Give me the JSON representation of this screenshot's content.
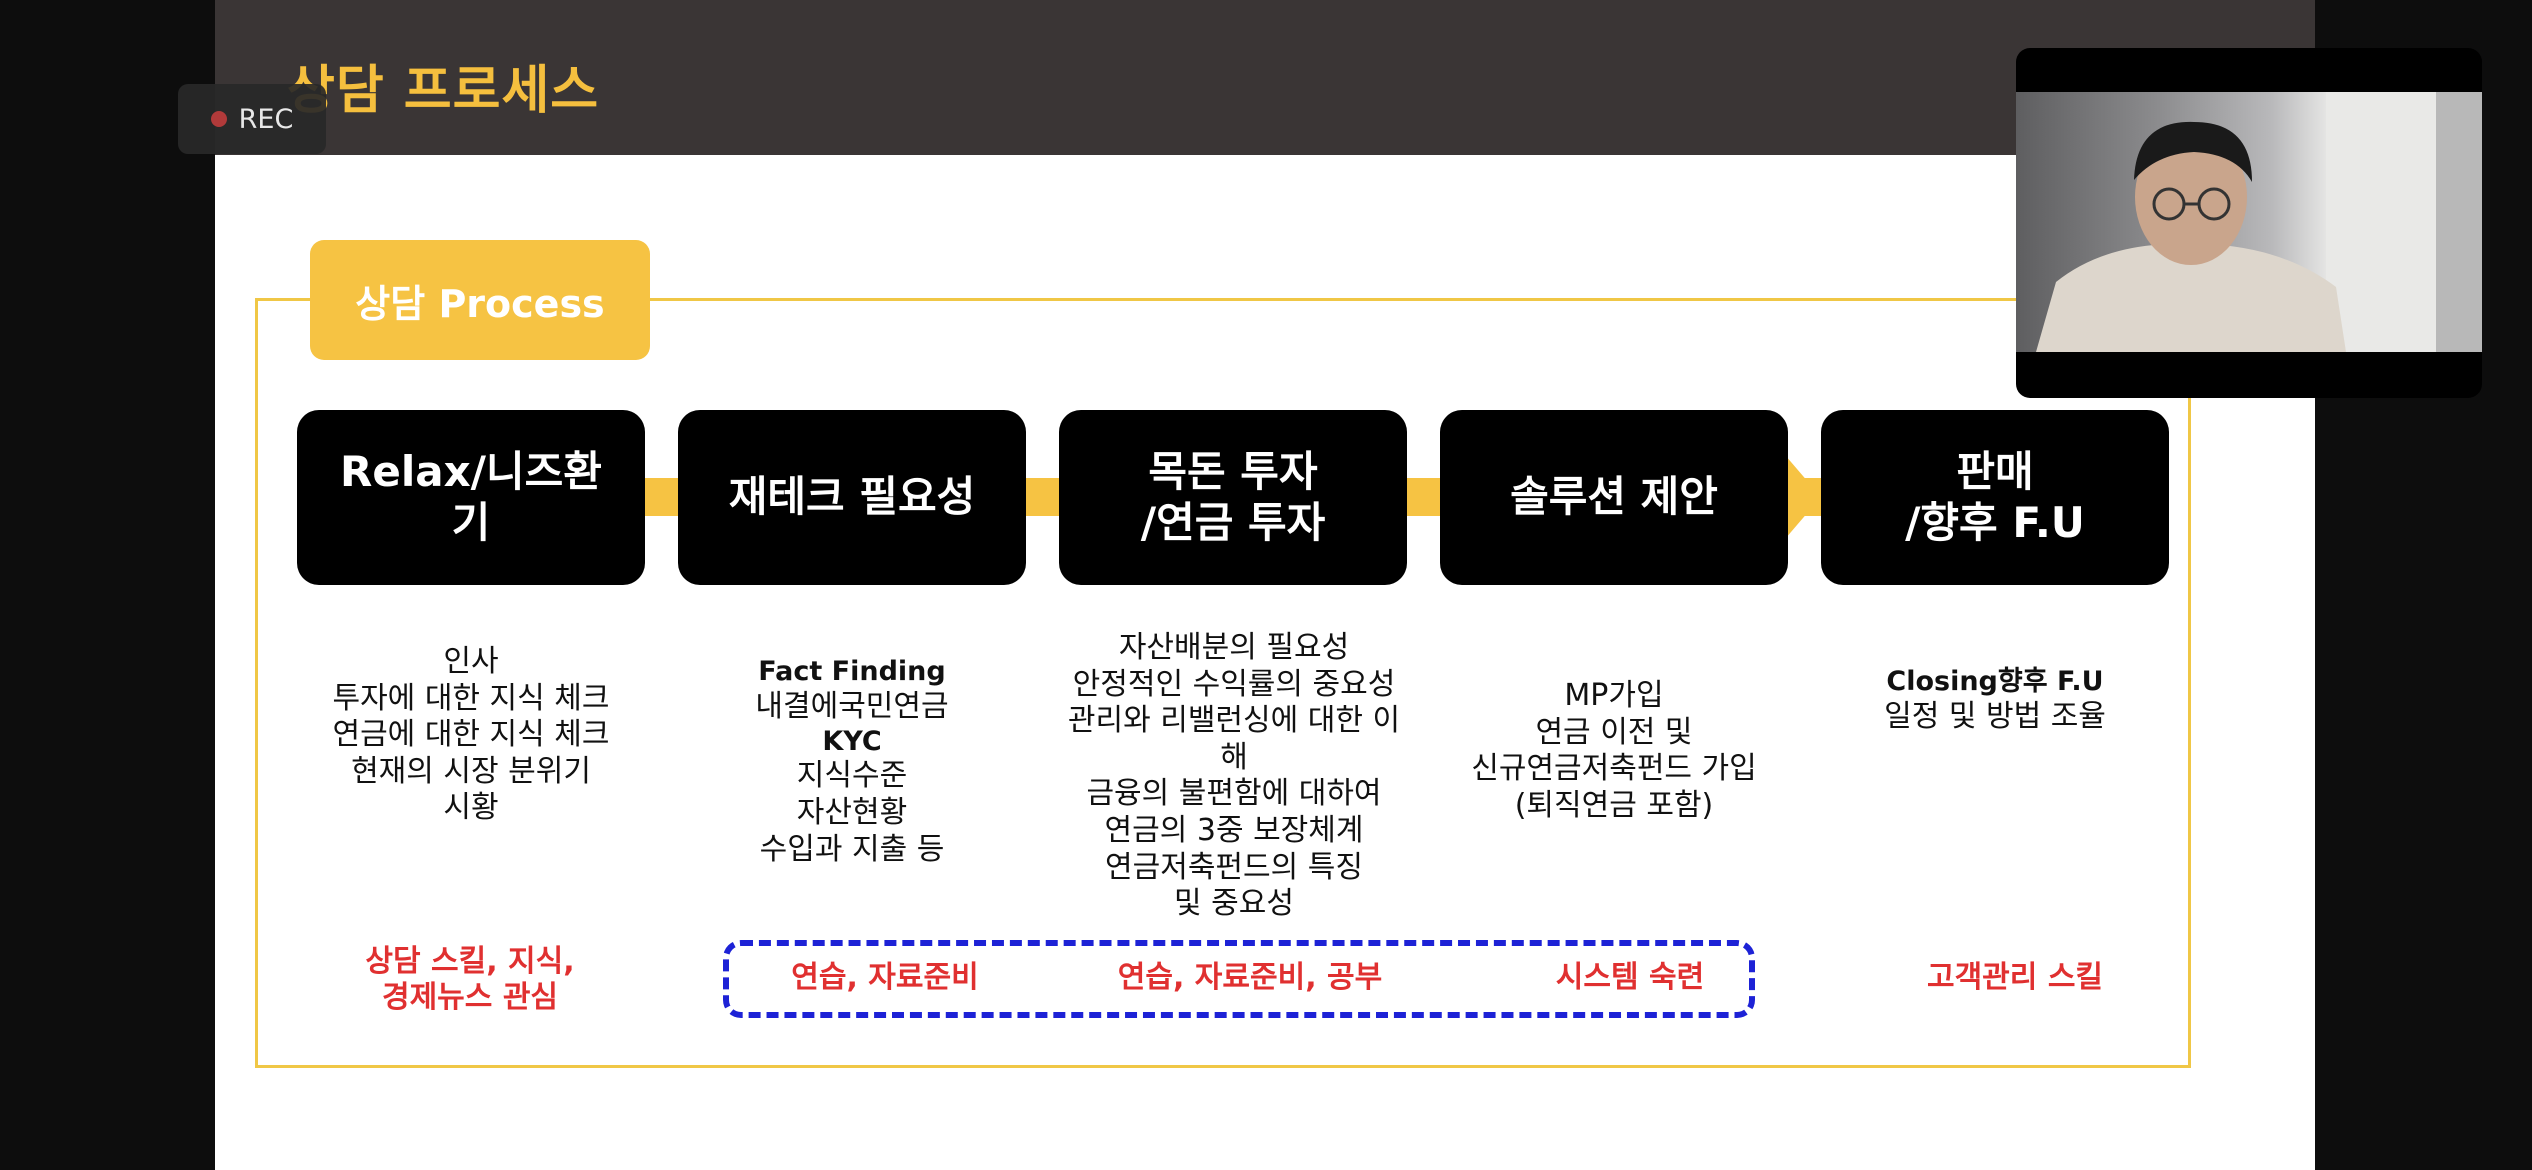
{
  "recording": {
    "label": "REC"
  },
  "slide": {
    "title": "상담 프로세스",
    "badge": "상담 Process",
    "steps": [
      {
        "label_lines": [
          "Relax/니즈환",
          "기"
        ]
      },
      {
        "label_lines": [
          "재테크 필요성"
        ]
      },
      {
        "label_lines": [
          "목돈 투자",
          "/연금 투자"
        ]
      },
      {
        "label_lines": [
          "솔루션 제안"
        ]
      },
      {
        "label_lines": [
          "판매",
          "/향후 F.U"
        ]
      }
    ],
    "descriptions": [
      [
        "인사",
        "투자에 대한 지식 체크",
        "연금에 대한 지식 체크",
        "현재의 시장 분위기",
        "시황"
      ],
      [
        "Fact Finding",
        "내결에국민연금",
        "KYC",
        "지식수준",
        "자산현황",
        "수입과 지출 등"
      ],
      [
        "자산배분의 필요성",
        "안정적인 수익률의 중요성",
        "관리와 리밸런싱에 대한 이",
        "해",
        "금융의 불편함에 대하여",
        "연금의 3중 보장체계",
        "연금저축펀드의 특징",
        "및 중요성"
      ],
      [
        "MP가입",
        "연금 이전 및",
        "신규연금저축펀드 가입",
        "(퇴직연금 포함)"
      ],
      [
        "Closing향후 F.U",
        "일정 및 방법 조율"
      ]
    ],
    "skills": [
      [
        "상담 스킬, 지식,",
        "경제뉴스 관심"
      ],
      [
        "연습, 자료준비"
      ],
      [
        "연습, 자료준비, 공부"
      ],
      [
        "시스템 숙련"
      ],
      [
        "고객관리 스킬"
      ]
    ]
  },
  "colors": {
    "accent_yellow": "#f6c343",
    "skill_red": "#e03030",
    "dashed_blue": "#1d22d6",
    "header_dark": "#3a3535"
  },
  "video": {
    "participant": "presenter-webcam"
  }
}
